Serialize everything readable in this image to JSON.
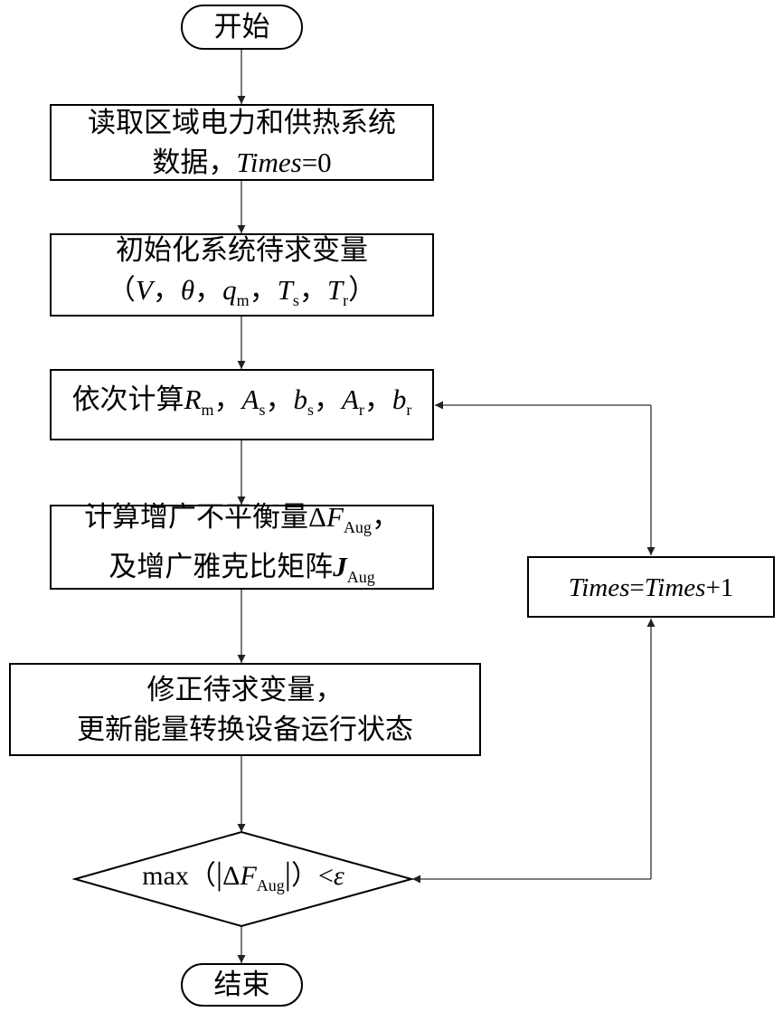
{
  "start": "开始",
  "end": "结束",
  "read_data": {
    "line1": [
      "读取区域电力和供热系统"
    ],
    "line2": [
      "数据，",
      "Times",
      "=0"
    ]
  },
  "init_vars": {
    "line1": [
      "初始化系统待求变量"
    ],
    "line2": [
      "（",
      "V",
      "，",
      "θ",
      "，",
      "q",
      "m",
      "，",
      "T",
      "s",
      "，",
      "T",
      "r",
      "）"
    ]
  },
  "compute_coeffs": {
    "line1": [
      "依次计算",
      "R",
      "m",
      "，",
      "A",
      "s",
      "，",
      "b",
      "s",
      "，",
      "A",
      "r",
      "，",
      "b",
      "r"
    ]
  },
  "compute_mismatch": {
    "line1": [
      "计算增广不平衡量",
      "Δ",
      "F",
      "Aug",
      "，"
    ],
    "line2": [
      "及增广雅克比矩阵",
      "J",
      "Aug"
    ]
  },
  "update": {
    "line1": [
      "修正待求变量，"
    ],
    "line2": [
      "更新能量转换设备运行状态"
    ]
  },
  "convergence_check": {
    "line1": [
      "max",
      "（",
      "|",
      "Δ",
      "F",
      "Aug",
      "|",
      "）",
      "<",
      "ε"
    ]
  },
  "increment": {
    "line1": [
      "Times",
      "=",
      "Times",
      "+1"
    ]
  }
}
